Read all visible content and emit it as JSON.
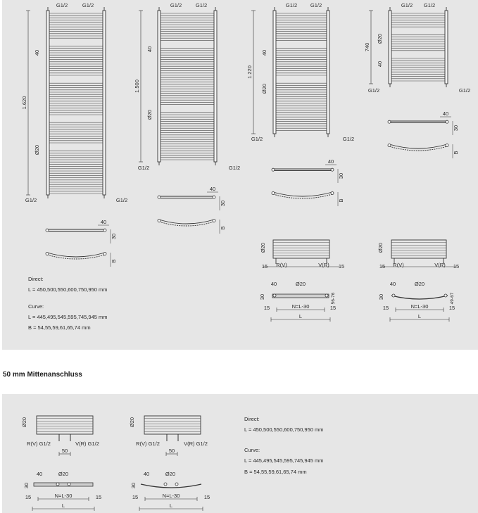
{
  "connection_label": "G1/2",
  "heights": {
    "h1620": "1.620",
    "h1500": "1.500",
    "h1220": "1.220",
    "h740": "740"
  },
  "dims": {
    "d40": "40",
    "d30": "30",
    "d15": "15",
    "d50": "50",
    "phi20": "Ø20",
    "B": "B",
    "L": "L",
    "NL30": "N=L-30",
    "r56": "56-76",
    "r49": "49-67",
    "RV": "R(V)",
    "VR": "V(R)",
    "RV_G12": "R(V) G1/2",
    "VR_G12": "V(R) G1/2"
  },
  "notes": {
    "direct_label": "Direct:",
    "direct_L": "L  = 450,500,550,600,750,950 mm",
    "curve_label": "Curve:",
    "curve_L": "L  = 445,495,545,595,745,945 mm",
    "curve_B": "B  = 54,55,59,61,65,74 mm"
  },
  "section_title": "50 mm Mittenanschluss"
}
